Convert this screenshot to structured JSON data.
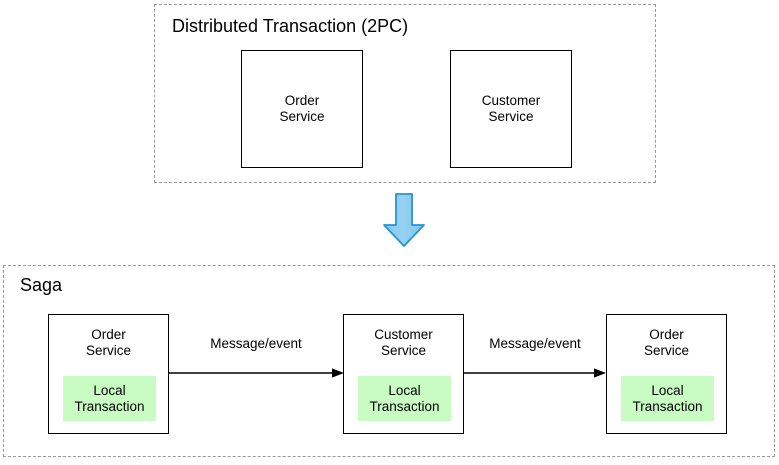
{
  "diagram": {
    "background_color": "#ffffff",
    "groups": [
      {
        "id": "distributed-transaction",
        "title": "Distributed Transaction (2PC)",
        "border_color": "#9a9a9a",
        "border_style": "dashed",
        "services": [
          {
            "id": "order-service-top",
            "label": "Order\nService"
          },
          {
            "id": "customer-service-top",
            "label": "Customer\nService"
          }
        ]
      },
      {
        "id": "saga",
        "title": "Saga",
        "border_color": "#9a9a9a",
        "border_style": "dashed",
        "services": [
          {
            "id": "order-service-saga-1",
            "label": "Order\nService",
            "local_transaction": "Local\nTransaction",
            "local_transaction_color": "#c8fcc2"
          },
          {
            "id": "customer-service-saga",
            "label": "Customer\nService",
            "local_transaction": "Local\nTransaction",
            "local_transaction_color": "#c8fcc2"
          },
          {
            "id": "order-service-saga-2",
            "label": "Order\nService",
            "local_transaction": "Local\nTransaction",
            "local_transaction_color": "#c8fcc2"
          }
        ],
        "connectors": [
          {
            "id": "connector-1",
            "label": "Message/event",
            "from": "order-service-saga-1",
            "to": "customer-service-saga"
          },
          {
            "id": "connector-2",
            "label": "Message/event",
            "from": "customer-service-saga",
            "to": "order-service-saga-2"
          }
        ]
      }
    ],
    "transition_arrow": {
      "id": "down-arrow",
      "direction": "down",
      "fill_color": "#8ccdf0",
      "stroke_color": "#2a92d4"
    }
  }
}
